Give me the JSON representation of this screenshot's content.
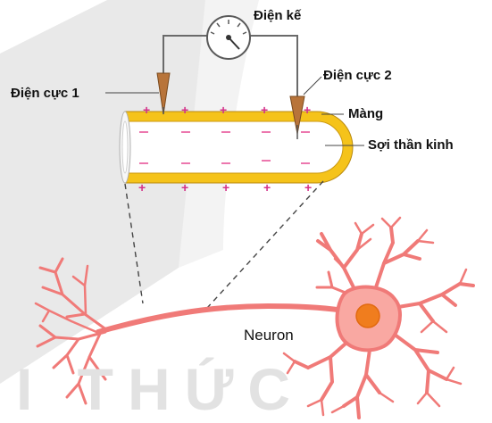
{
  "labels": {
    "galvanometer": "Điện kế",
    "electrode1": "Điện cực 1",
    "electrode2": "Điện cực 2",
    "membrane": "Màng",
    "nerve_fiber": "Sợi thần kinh",
    "neuron": "Neuron"
  },
  "watermark": "I THỨC",
  "colors": {
    "membrane": "#f5c31a",
    "plus": "#d4318a",
    "minus": "#e8559a",
    "neuron": "#f07a78",
    "neuron_fill": "#f9a8a2",
    "nucleus": "#f07d1e",
    "electrode": "#b8743a",
    "background_shape": "#e6e6e6"
  },
  "icons": [
    "galvanometer-icon",
    "electrode-icon"
  ]
}
